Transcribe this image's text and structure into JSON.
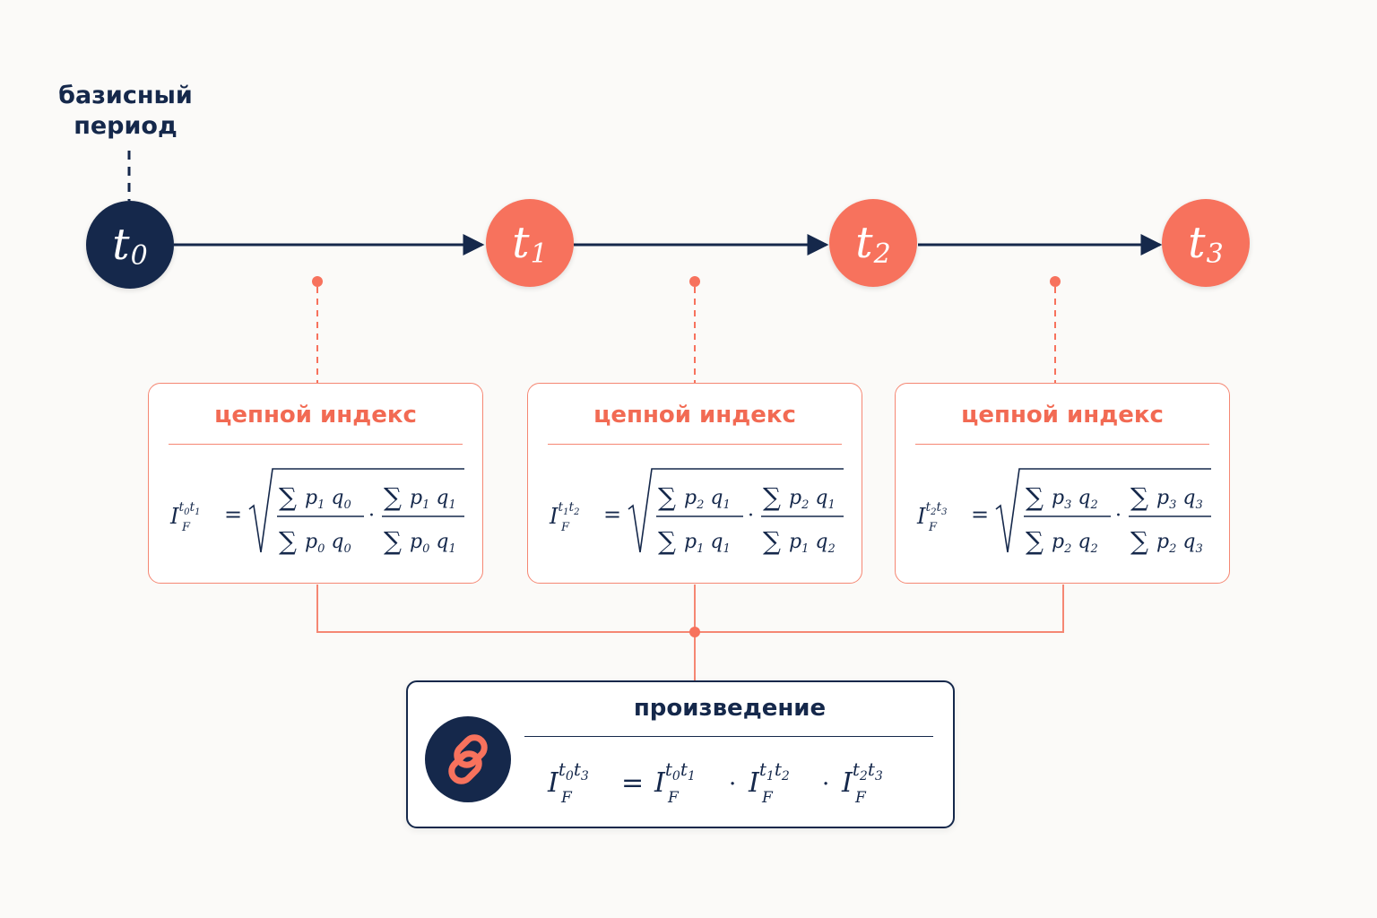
{
  "base_period": {
    "line1": "базисный",
    "line2": "период"
  },
  "nodes": [
    {
      "letter": "t",
      "sub": "0"
    },
    {
      "letter": "t",
      "sub": "1"
    },
    {
      "letter": "t",
      "sub": "2"
    },
    {
      "letter": "t",
      "sub": "3"
    }
  ],
  "chain_boxes": [
    {
      "title": "цепной индекс",
      "lhs_sup": [
        "0",
        "1"
      ],
      "frac1_num": [
        "1",
        "0"
      ],
      "frac1_den": [
        "0",
        "0"
      ],
      "frac2_num": [
        "1",
        "1"
      ],
      "frac2_den": [
        "0",
        "1"
      ]
    },
    {
      "title": "цепной индекс",
      "lhs_sup": [
        "1",
        "2"
      ],
      "frac1_num": [
        "2",
        "1"
      ],
      "frac1_den": [
        "1",
        "1"
      ],
      "frac2_num": [
        "2",
        "1"
      ],
      "frac2_den": [
        "1",
        "2"
      ]
    },
    {
      "title": "цепной индекс",
      "lhs_sup": [
        "2",
        "3"
      ],
      "frac1_num": [
        "3",
        "2"
      ],
      "frac1_den": [
        "2",
        "2"
      ],
      "frac2_num": [
        "3",
        "3"
      ],
      "frac2_den": [
        "2",
        "3"
      ]
    }
  ],
  "product": {
    "title": "произведение",
    "terms": [
      [
        "0",
        "3"
      ],
      [
        "0",
        "1"
      ],
      [
        "1",
        "2"
      ],
      [
        "2",
        "3"
      ]
    ]
  },
  "colors": {
    "navy": "#15284b",
    "coral": "#f7725d",
    "coral_line": "#f58773"
  },
  "icons": {
    "product_badge": "chain-link-icon"
  }
}
